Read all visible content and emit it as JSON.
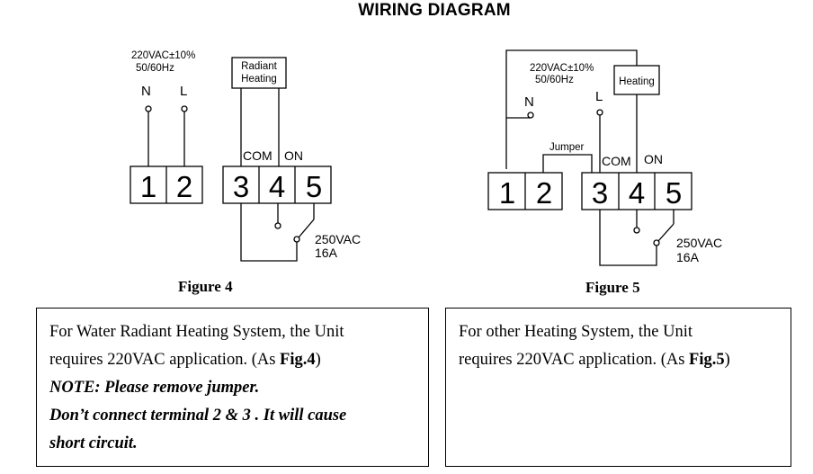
{
  "title": "WIRING DIAGRAM",
  "figure4": {
    "supply_line1": "220VAC±10%",
    "supply_line2": "50/60Hz",
    "label_n": "N",
    "label_l": "L",
    "load_line1": "Radiant",
    "load_line2": "Heating",
    "com_label": "COM",
    "on_label": "ON",
    "terminals": [
      "1",
      "2",
      "3",
      "4",
      "5"
    ],
    "rating_line1": "250VAC",
    "rating_line2": "16A",
    "caption": "Figure 4"
  },
  "figure5": {
    "supply_line1": "220VAC±10%",
    "supply_line2": "50/60Hz",
    "label_n": "N",
    "label_l": "L",
    "load_label": "Heating",
    "jumper_label": "Jumper",
    "com_label": "COM",
    "on_label": "ON",
    "terminals": [
      "1",
      "2",
      "3",
      "4",
      "5"
    ],
    "rating_line1": "250VAC",
    "rating_line2": "16A",
    "caption": "Figure 5"
  },
  "note_left": {
    "line1": "For Water Radiant Heating System, the Unit",
    "line2_pre": "requires 220VAC application. (As ",
    "line2_ref": "Fig.4",
    "line2_post": ")",
    "line3": "NOTE: Please remove jumper.",
    "line4": "Don’t connect terminal 2 & 3 . It will cause",
    "line5": "short circuit."
  },
  "note_right": {
    "line1": "For other Heating System, the Unit",
    "line2_pre": "requires 220VAC application. (As ",
    "line2_ref": "Fig.5",
    "line2_post": ")"
  }
}
